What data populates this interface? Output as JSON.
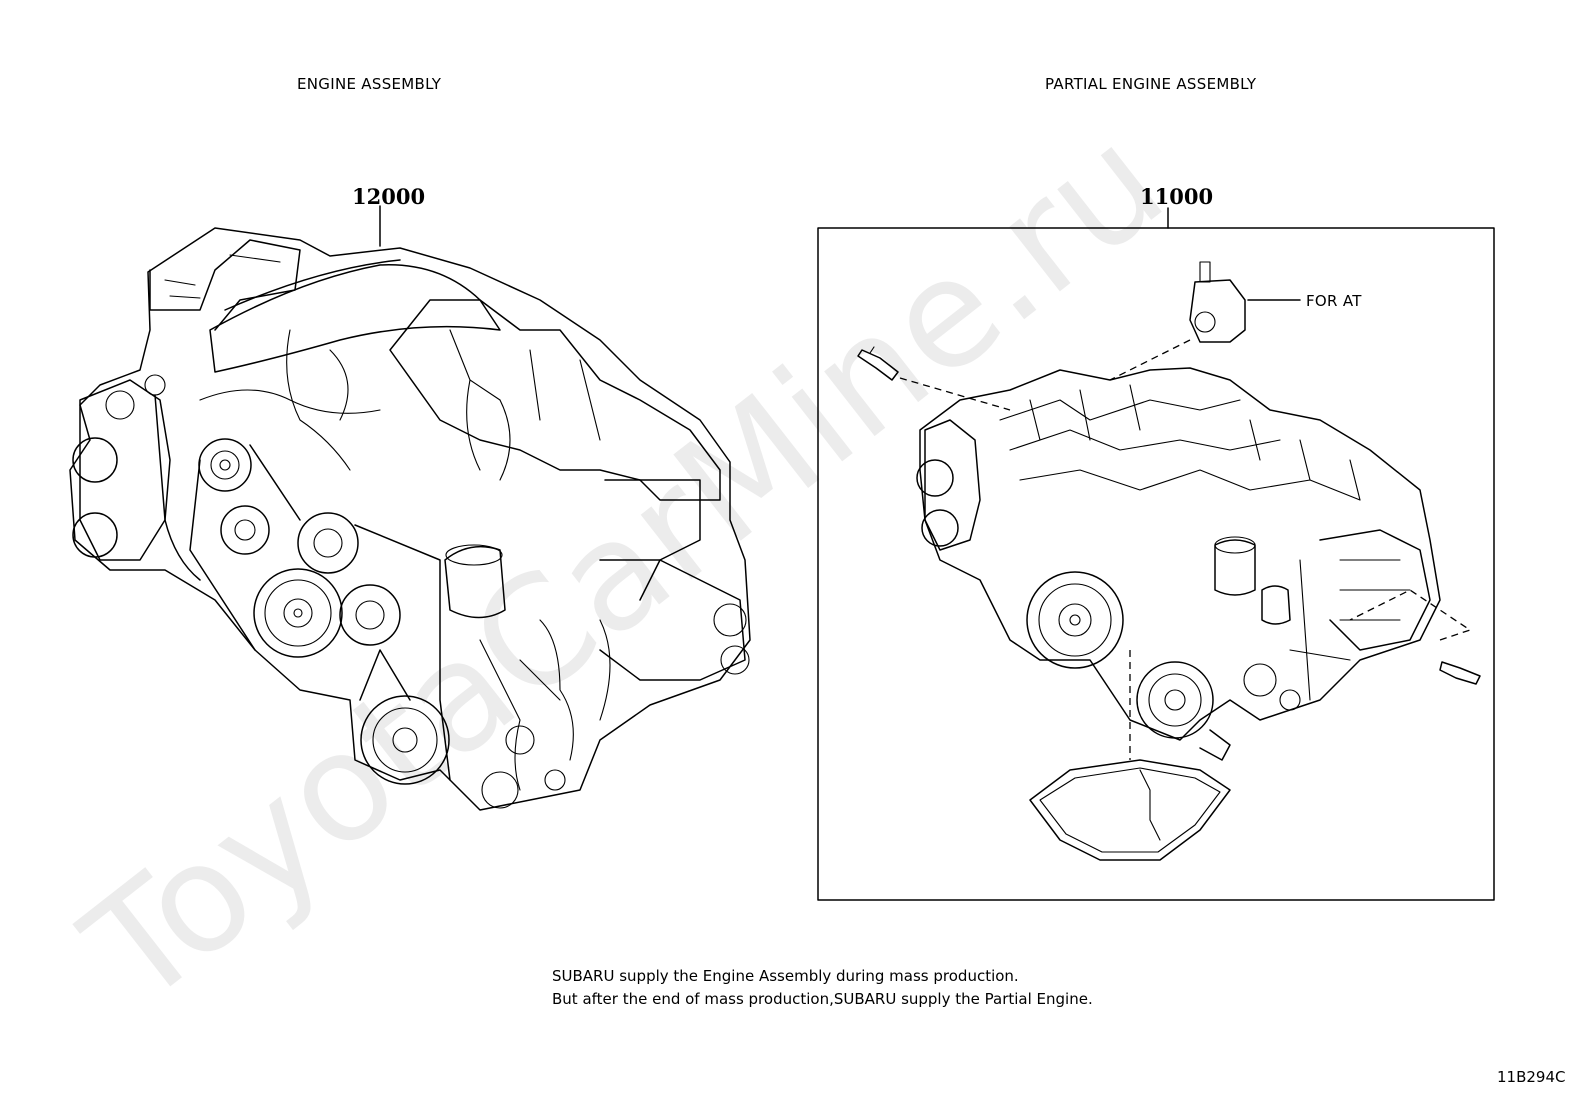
{
  "left_panel": {
    "title": "ENGINE ASSEMBLY",
    "part_number": "12000"
  },
  "right_panel": {
    "title": "PARTIAL ENGINE ASSEMBLY",
    "part_number": "11000",
    "callout": "FOR AT"
  },
  "note": {
    "line1": "SUBARU supply the Engine Assembly during mass production.",
    "line2": "But after the end of mass production,SUBARU supply the Partial Engine."
  },
  "figure_code": "11B294C",
  "watermark": "ToyotaCarMine.ru"
}
